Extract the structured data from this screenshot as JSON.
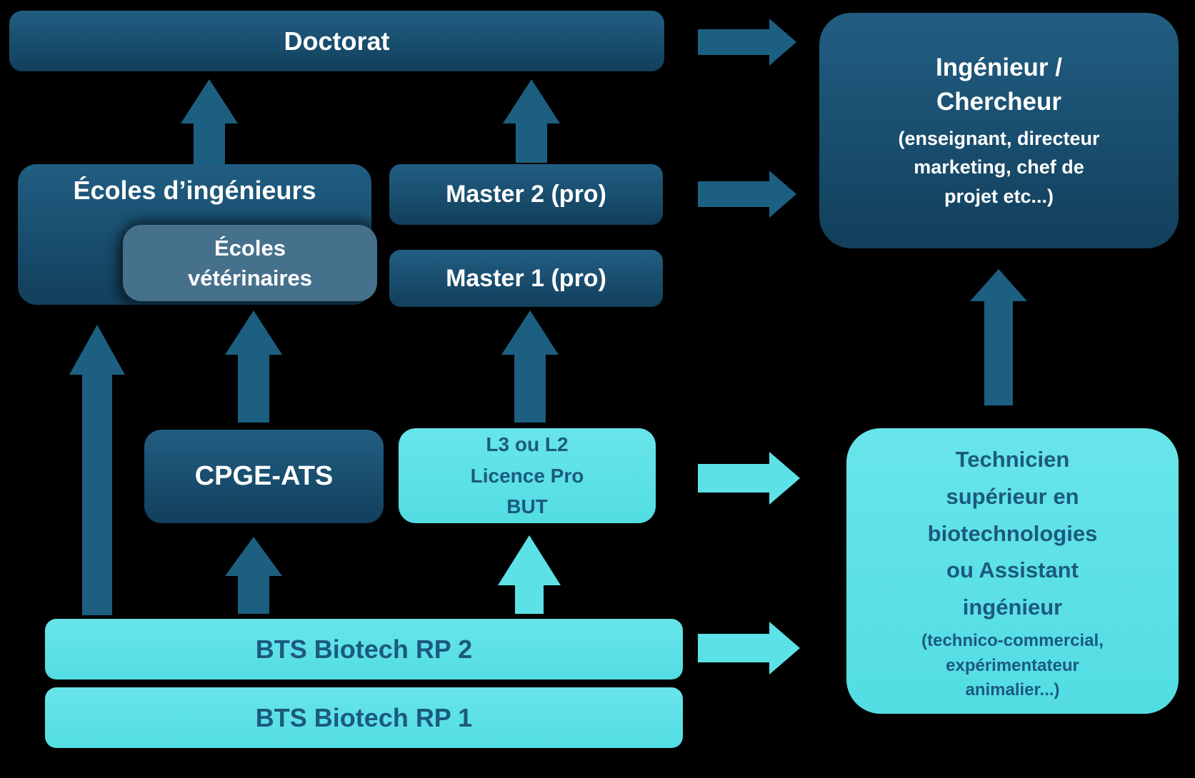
{
  "colors": {
    "background": "#000000",
    "dark_box_top": "#215e82",
    "dark_box_bottom": "#123f5c",
    "dark_arrow": "#1d5f80",
    "slate_box": "#46718c",
    "cyan": "#5ce1e6",
    "cyan_box_top": "#68e5ea",
    "cyan_box_bottom": "#52dde3",
    "text_light": "#ffffff",
    "text_dark": "#1b5a7d"
  },
  "boxes": {
    "doctorat": {
      "label": "Doctorat"
    },
    "ecoles_ingenieurs": {
      "label": "Écoles d’ingénieurs"
    },
    "ecoles_veterinaires": {
      "label": "Écoles\nvétérinaires"
    },
    "master2": {
      "label": "Master 2 (pro)"
    },
    "master1": {
      "label": "Master 1 (pro)"
    },
    "cpge": {
      "label": "CPGE-ATS"
    },
    "l3": {
      "label": "L3 ou L2\nLicence Pro\nBUT"
    },
    "ingenieur": {
      "title": "Ingénieur /\nChercheur",
      "subtitle": "(enseignant, directeur\nmarketing, chef de\nprojet etc...)"
    },
    "technicien": {
      "title": "Technicien\nsupérieur en\nbiotechnologies\nou Assistant\ningénieur",
      "subtitle": "(technico-commercial,\nexpérimentateur\nanimalier...)"
    },
    "bts2": {
      "label": "BTS Biotech RP 2"
    },
    "bts1": {
      "label": "BTS Biotech RP 1"
    }
  }
}
